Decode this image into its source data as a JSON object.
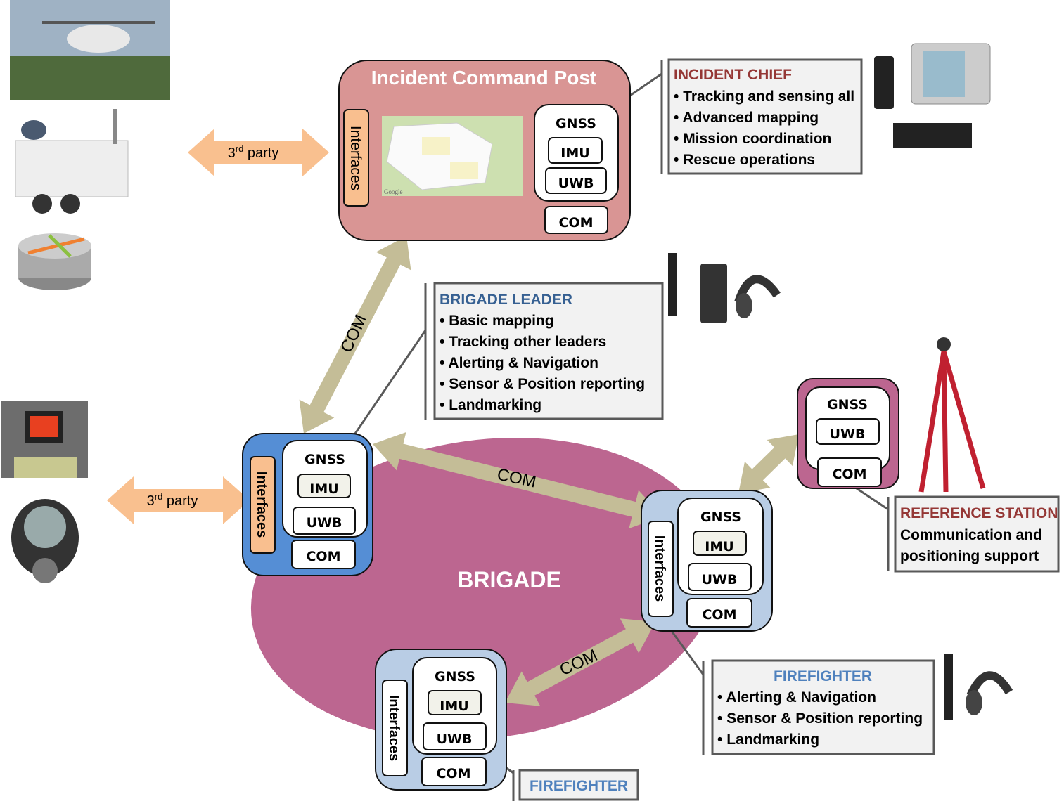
{
  "colors": {
    "brigade": "#bc6690",
    "command_post": "#d99594",
    "leader_node": "#558ed5",
    "firefighter_node": "#b9cde5",
    "reference_node": "#bc6690",
    "interfaces_accent": "#f9bf8f",
    "com_arrow": "#c4bd97",
    "third_party_arrow": "#f9c08f",
    "role_red": "#953735",
    "role_blue": "#366092",
    "role_light_blue": "#4f81bd"
  },
  "command_post": {
    "title": "Incident Command Post",
    "interfaces": "Interfaces",
    "map_label": "Google",
    "gnss": "GNSS",
    "imu": "IMU",
    "uwb": "UWB",
    "com": "COM"
  },
  "third_party_top": {
    "base": "3",
    "sup": "rd",
    "rest": " party"
  },
  "third_party_left": {
    "base": "3",
    "sup": "rd",
    "rest": " party"
  },
  "incident_chief": {
    "title": "INCIDENT CHIEF",
    "items": [
      "Tracking and sensing all",
      "Advanced mapping",
      "Mission coordination",
      "Rescue operations"
    ]
  },
  "brigade_leader": {
    "title": "BRIGADE LEADER",
    "items": [
      "Basic mapping",
      "Tracking other leaders",
      "Alerting & Navigation",
      "Sensor & Position reporting",
      "Landmarking"
    ]
  },
  "reference_station": {
    "title": "REFERENCE STATION",
    "lines": [
      "Communication and",
      "positioning support"
    ],
    "gnss": "GNSS",
    "uwb": "UWB",
    "com": "COM"
  },
  "firefighter_info": {
    "title": "FIREFIGHTER",
    "items": [
      "Alerting & Navigation",
      "Sensor & Position reporting",
      "Landmarking"
    ]
  },
  "firefighter_label": "FIREFIGHTER",
  "brigade_label": "BRIGADE",
  "links": {
    "icp_leader": "COM",
    "leader_ff": "COM",
    "ff_ff": "COM"
  },
  "leader_node": {
    "interfaces": "Interfaces",
    "gnss": "GNSS",
    "imu": "IMU",
    "uwb": "UWB",
    "com": "COM"
  },
  "ff_node_1": {
    "interfaces": "Interfaces",
    "gnss": "GNSS",
    "imu": "IMU",
    "uwb": "UWB",
    "com": "COM"
  },
  "ff_node_2": {
    "interfaces": "Interfaces",
    "gnss": "GNSS",
    "imu": "IMU",
    "uwb": "UWB",
    "com": "COM"
  }
}
